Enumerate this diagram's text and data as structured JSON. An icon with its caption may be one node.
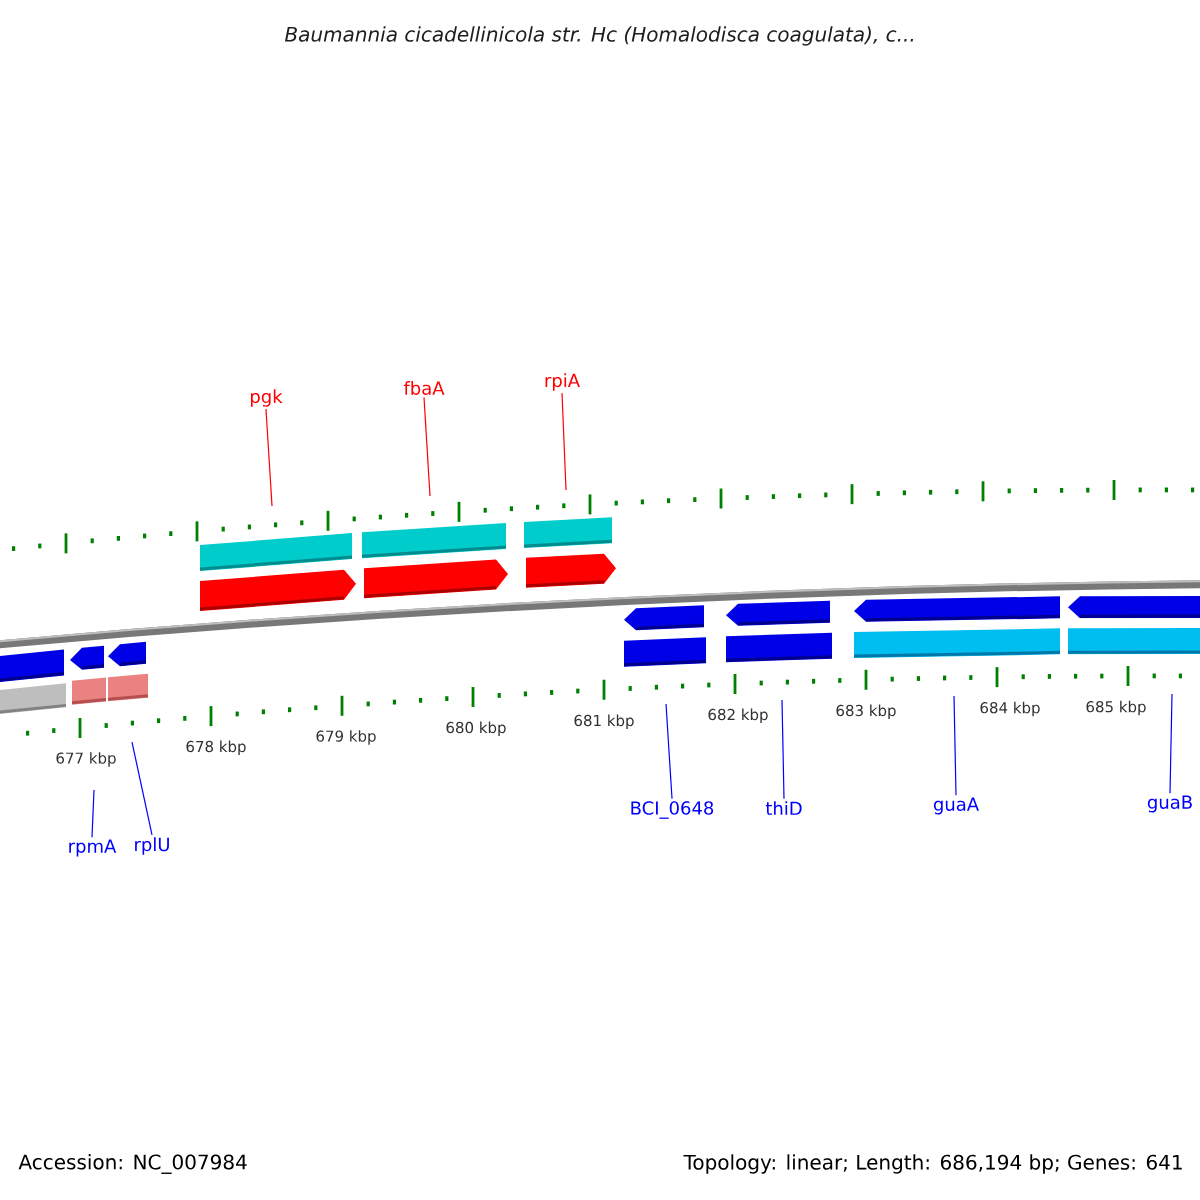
{
  "diagram": {
    "title": "*Baumannia cicadellinicola str. Hc (Homalodisca coagulata), c...*",
    "nodes": [
      {
        "text": [
          "pgk"
        ]
      },
      {
        "text": [
          "fbaA"
        ]
      },
      {
        "text": [
          "rpiA"
        ]
      },
      {
        "text": [
          "rpmA"
        ]
      },
      {
        "text": [
          "rplU"
        ]
      },
      {
        "text": [
          "BCI_0648"
        ]
      },
      {
        "text": [
          "thiD"
        ]
      },
      {
        "text": [
          "guaA"
        ]
      },
      {
        "text": [
          "guaB"
        ]
      }
    ],
    "edges": [
      {
        "from": 0,
        "to": null,
        "arrow": "none",
        "color": "#ff0000"
      },
      {
        "from": 1,
        "to": null,
        "arrow": "none",
        "color": "#ff0000"
      },
      {
        "from": 2,
        "to": null,
        "arrow": "none",
        "color": "#ff0000"
      },
      {
        "from": 3,
        "to": null,
        "arrow": "none"
      },
      {
        "from": 4,
        "to": null,
        "arrow": "none"
      },
      {
        "from": 5,
        "to": null,
        "arrow": "none"
      },
      {
        "from": 6,
        "to": null,
        "arrow": "none"
      },
      {
        "from": 7,
        "to": null,
        "arrow": "none"
      },
      {
        "from": 8,
        "to": null,
        "arrow": "none"
      }
    ],
    "labels": [
      "677 kbp",
      "678 kbp",
      "679 kbp",
      "680 kbp",
      "681 kbp",
      "682 kbp",
      "683 kbp",
      "684 kbp",
      "685 kbp",
      "Accession: NC_007984",
      "Topology: linear; Length: 686,194 bp; Genes: 641"
    ]
  }
}
